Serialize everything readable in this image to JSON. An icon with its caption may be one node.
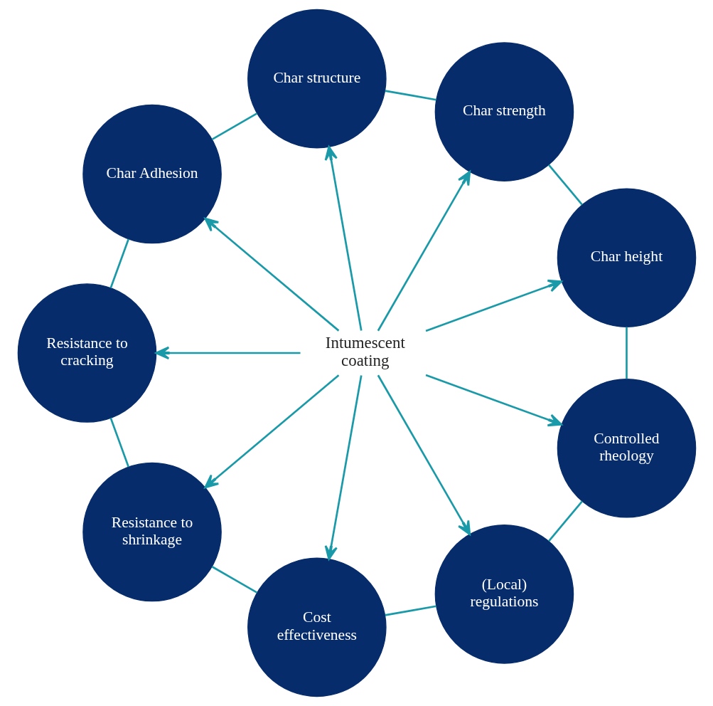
{
  "diagram": {
    "nodes": [
      {
        "text": [
          "Intumescent coating"
        ]
      },
      {
        "text": [
          "Char height"
        ]
      },
      {
        "text": [
          "Char strength"
        ]
      },
      {
        "text": [
          "Char structure"
        ]
      },
      {
        "text": [
          "Char Adhesion"
        ]
      },
      {
        "text": [
          "Resistance to cracking"
        ]
      },
      {
        "text": [
          "Resistance to shrinkage"
        ]
      },
      {
        "text": [
          "Cost effectiveness"
        ]
      },
      {
        "text": [
          "(Local) regulations"
        ]
      },
      {
        "text": [
          "Controlled rheology"
        ]
      }
    ],
    "edges": [
      {
        "from": 0,
        "to": 1,
        "arrow": "to"
      },
      {
        "from": 0,
        "to": 2,
        "arrow": "to"
      },
      {
        "from": 0,
        "to": 3,
        "arrow": "to"
      },
      {
        "from": 0,
        "to": 4,
        "arrow": "to"
      },
      {
        "from": 0,
        "to": 5,
        "arrow": "to"
      },
      {
        "from": 0,
        "to": 6,
        "arrow": "to"
      },
      {
        "from": 0,
        "to": 7,
        "arrow": "to"
      },
      {
        "from": 0,
        "to": 8,
        "arrow": "to"
      },
      {
        "from": 0,
        "to": 9,
        "arrow": "to"
      },
      {
        "from": 1,
        "to": 2,
        "arrow": "none"
      },
      {
        "from": 2,
        "to": 3,
        "arrow": "none"
      },
      {
        "from": 3,
        "to": 4,
        "arrow": "none"
      },
      {
        "from": 4,
        "to": 5,
        "arrow": "none"
      },
      {
        "from": 5,
        "to": 6,
        "arrow": "none"
      },
      {
        "from": 6,
        "to": 7,
        "arrow": "none"
      },
      {
        "from": 7,
        "to": 8,
        "arrow": "none"
      },
      {
        "from": 8,
        "to": 9,
        "arrow": "none"
      },
      {
        "from": 9,
        "to": 1,
        "arrow": "none"
      }
    ]
  }
}
